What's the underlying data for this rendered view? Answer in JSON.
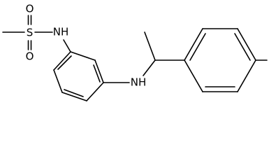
{
  "molecule": {
    "atoms": {
      "sulfur": "S",
      "oxygen_top": "O",
      "oxygen_bottom": "O",
      "sulfonamide_nitrogen": "NH",
      "amine_nitrogen": "NH"
    },
    "bond_color": "#000000"
  }
}
